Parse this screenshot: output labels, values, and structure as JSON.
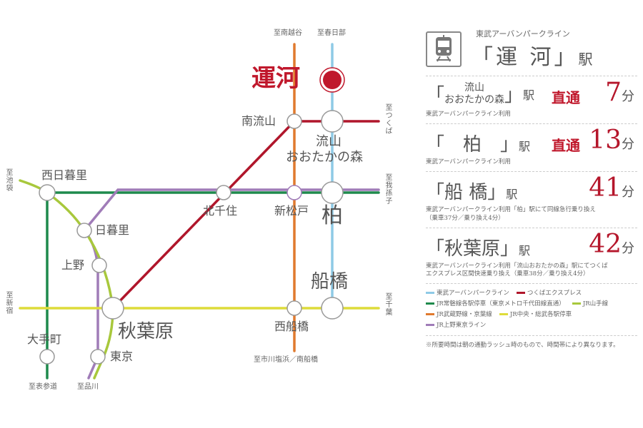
{
  "colors": {
    "tobu": "#8ecae6",
    "tsukuba": "#b0162b",
    "joban": "#1e8a4c",
    "yamanote": "#a8c83c",
    "musashino": "#e07a2e",
    "chuo_sobu": "#dedc3a",
    "ueno_tokyo": "#a07cb8",
    "accent": "#c0182c"
  },
  "map": {
    "unga": "運河",
    "stations": {
      "minaminagareyama": "南流山",
      "nagareyama_l1": "流山",
      "nagareyama_l2": "おおたかの森",
      "kitasenju": "北千住",
      "shinmatsudo": "新松戸",
      "kashiwa": "柏",
      "funabashi": "船橋",
      "nishifunabashi": "西船橋",
      "akihabara": "秋葉原",
      "nishinippori": "西日暮里",
      "nippori": "日暮里",
      "ueno": "上野",
      "tokyo": "東京",
      "otemachi": "大手町"
    },
    "directions": {
      "minamikoshigaya": "至南越谷",
      "kasukabe": "至春日部",
      "tsukuba": "至つくば",
      "abiko": "至我孫子",
      "chiba": "至千葉",
      "ichikawa": "至市川塩浜／南船橋",
      "ikebukuro": "至池袋",
      "shinjuku": "至新宿",
      "omotesando": "至表参道",
      "shinagawa": "至品川"
    }
  },
  "panel": {
    "icon": "train-icon",
    "line": "東武アーバンパークライン",
    "station": "「運 河」",
    "eki": "駅",
    "routes": [
      {
        "name_l1": "流山",
        "name_l2": "おおたかの森",
        "eki": "駅",
        "direct": "直通",
        "minutes": "7",
        "unit": "分",
        "note": "東武アーバンパークライン利用"
      },
      {
        "name": "「　柏　」",
        "eki": "駅",
        "direct": "直通",
        "minutes": "13",
        "unit": "分",
        "note": "東武アーバンパークライン利用"
      },
      {
        "name": "「船 橋」",
        "eki": "駅",
        "minutes": "41",
        "unit": "分",
        "note": "東武アーバンパークライン利用「柏」駅にて同線急行乗り換え",
        "note2": "（乗車37分／乗り換え4分）"
      },
      {
        "name": "「秋葉原」",
        "eki": "駅",
        "minutes": "42",
        "unit": "分",
        "note": "東武アーバンパークライン利用「流山おおたかの森」駅にてつくば",
        "note2": "エクスプレス区間快速乗り換え（乗車38分／乗り換え4分）"
      }
    ],
    "legend": [
      {
        "label": "東武アーバンパークライン",
        "color": "#8ecae6"
      },
      {
        "label": "つくばエクスプレス",
        "color": "#b0162b"
      },
      {
        "label": "JR常磐線各駅停車（東京メトロ千代田線直通）",
        "color": "#1e8a4c"
      },
      {
        "label": "JR山手線",
        "color": "#a8c83c"
      },
      {
        "label": "JR武蔵野線・京葉線",
        "color": "#e07a2e"
      },
      {
        "label": "JR中央・総武各駅停車",
        "color": "#dedc3a"
      },
      {
        "label": "JR上野東京ライン",
        "color": "#a07cb8"
      }
    ],
    "footnote": "※所要時間は朝の通勤ラッシュ時のもので、時間帯により異なります。"
  }
}
